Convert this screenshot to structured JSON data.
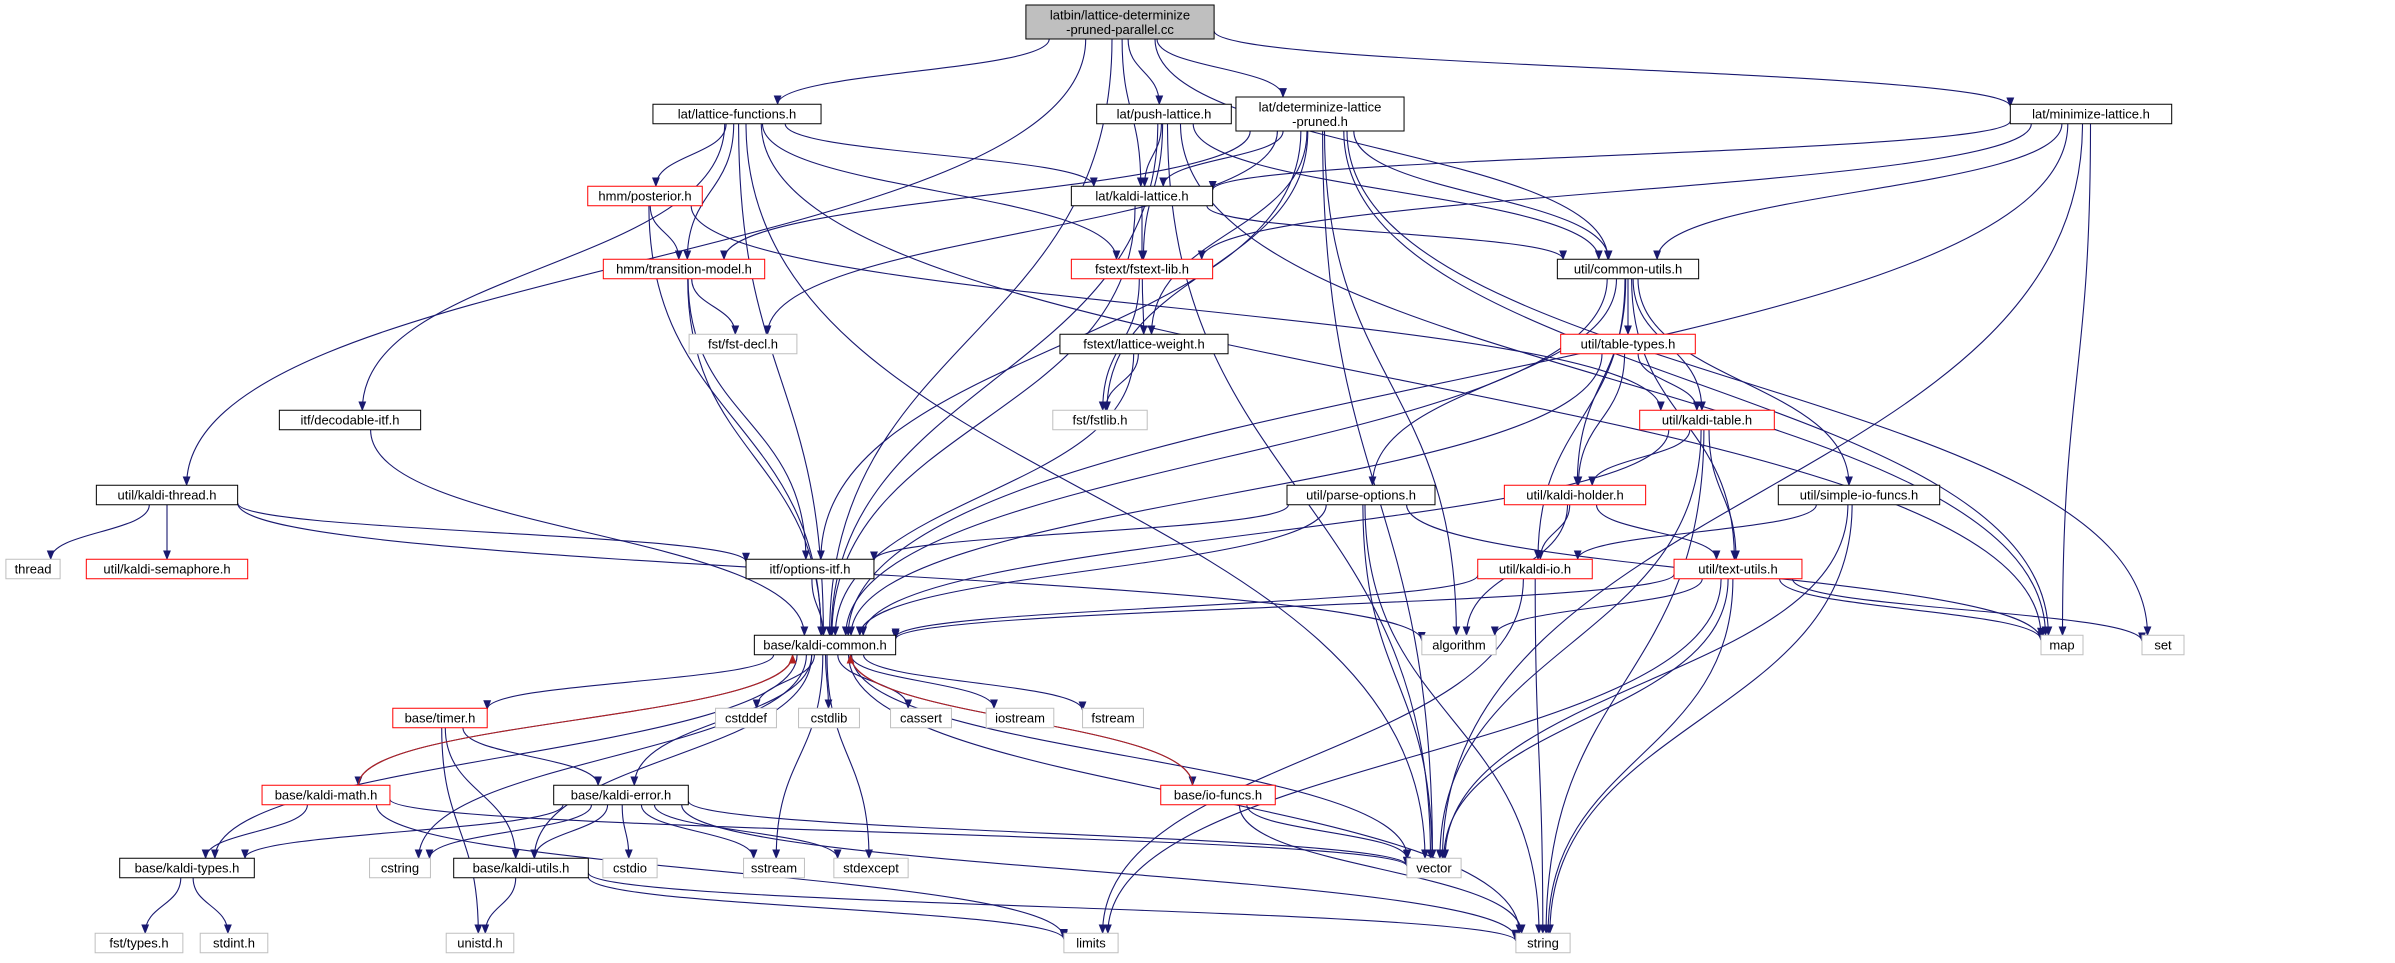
{
  "graph": {
    "colors": {
      "edge": "#191970",
      "edge_red": "#b22222",
      "border_black": "#000000",
      "border_red": "#ff0000",
      "border_gray": "#bfbfbf",
      "root_fill": "#bfbfbf",
      "text": "#000000"
    },
    "nodes": [
      {
        "id": "root",
        "lines": [
          "latbin/lattice-determinize",
          "-pruned-parallel.cc"
        ],
        "style": "root"
      },
      {
        "id": "lat_functions",
        "lines": [
          "lat/lattice-functions.h"
        ],
        "style": "black"
      },
      {
        "id": "push_lattice",
        "lines": [
          "lat/push-lattice.h"
        ],
        "style": "black"
      },
      {
        "id": "determinize_lattice",
        "lines": [
          "lat/determinize-lattice",
          "-pruned.h"
        ],
        "style": "black"
      },
      {
        "id": "minimize_lattice",
        "lines": [
          "lat/minimize-lattice.h"
        ],
        "style": "black"
      },
      {
        "id": "hmm_posterior",
        "lines": [
          "hmm/posterior.h"
        ],
        "style": "red"
      },
      {
        "id": "kaldi_lattice",
        "lines": [
          "lat/kaldi-lattice.h"
        ],
        "style": "black"
      },
      {
        "id": "hmm_transition",
        "lines": [
          "hmm/transition-model.h"
        ],
        "style": "red"
      },
      {
        "id": "fstext_lib",
        "lines": [
          "fstext/fstext-lib.h"
        ],
        "style": "red"
      },
      {
        "id": "common_utils",
        "lines": [
          "util/common-utils.h"
        ],
        "style": "black"
      },
      {
        "id": "fst_decl",
        "lines": [
          "fst/fst-decl.h"
        ],
        "style": "gray"
      },
      {
        "id": "lattice_weight",
        "lines": [
          "fstext/lattice-weight.h"
        ],
        "style": "black"
      },
      {
        "id": "table_types",
        "lines": [
          "util/table-types.h"
        ],
        "style": "red"
      },
      {
        "id": "decodable_itf",
        "lines": [
          "itf/decodable-itf.h"
        ],
        "style": "black"
      },
      {
        "id": "fstlib",
        "lines": [
          "fst/fstlib.h"
        ],
        "style": "gray"
      },
      {
        "id": "kaldi_table",
        "lines": [
          "util/kaldi-table.h"
        ],
        "style": "red"
      },
      {
        "id": "kaldi_thread",
        "lines": [
          "util/kaldi-thread.h"
        ],
        "style": "black"
      },
      {
        "id": "parse_options",
        "lines": [
          "util/parse-options.h"
        ],
        "style": "black"
      },
      {
        "id": "kaldi_holder",
        "lines": [
          "util/kaldi-holder.h"
        ],
        "style": "red"
      },
      {
        "id": "simple_io",
        "lines": [
          "util/simple-io-funcs.h"
        ],
        "style": "black"
      },
      {
        "id": "thread",
        "lines": [
          "thread"
        ],
        "style": "gray"
      },
      {
        "id": "kaldi_semaphore",
        "lines": [
          "util/kaldi-semaphore.h"
        ],
        "style": "red"
      },
      {
        "id": "options_itf",
        "lines": [
          "itf/options-itf.h"
        ],
        "style": "black"
      },
      {
        "id": "kaldi_io",
        "lines": [
          "util/kaldi-io.h"
        ],
        "style": "red"
      },
      {
        "id": "text_utils",
        "lines": [
          "util/text-utils.h"
        ],
        "style": "red"
      },
      {
        "id": "kaldi_common",
        "lines": [
          "base/kaldi-common.h"
        ],
        "style": "black"
      },
      {
        "id": "algorithm",
        "lines": [
          "algorithm"
        ],
        "style": "gray"
      },
      {
        "id": "map",
        "lines": [
          "map"
        ],
        "style": "gray"
      },
      {
        "id": "set",
        "lines": [
          "set"
        ],
        "style": "gray"
      },
      {
        "id": "cstddef",
        "lines": [
          "cstddef"
        ],
        "style": "gray"
      },
      {
        "id": "cstdlib",
        "lines": [
          "cstdlib"
        ],
        "style": "gray"
      },
      {
        "id": "cassert",
        "lines": [
          "cassert"
        ],
        "style": "gray"
      },
      {
        "id": "iostream",
        "lines": [
          "iostream"
        ],
        "style": "gray"
      },
      {
        "id": "fstream",
        "lines": [
          "fstream"
        ],
        "style": "gray"
      },
      {
        "id": "base_timer",
        "lines": [
          "base/timer.h"
        ],
        "style": "red"
      },
      {
        "id": "kaldi_math",
        "lines": [
          "base/kaldi-math.h"
        ],
        "style": "red"
      },
      {
        "id": "kaldi_error",
        "lines": [
          "base/kaldi-error.h"
        ],
        "style": "black"
      },
      {
        "id": "io_funcs",
        "lines": [
          "base/io-funcs.h"
        ],
        "style": "red"
      },
      {
        "id": "kaldi_types",
        "lines": [
          "base/kaldi-types.h"
        ],
        "style": "black"
      },
      {
        "id": "cstring",
        "lines": [
          "cstring"
        ],
        "style": "gray"
      },
      {
        "id": "kaldi_utils",
        "lines": [
          "base/kaldi-utils.h"
        ],
        "style": "black"
      },
      {
        "id": "cstdio",
        "lines": [
          "cstdio"
        ],
        "style": "gray"
      },
      {
        "id": "sstream",
        "lines": [
          "sstream"
        ],
        "style": "gray"
      },
      {
        "id": "stdexcept",
        "lines": [
          "stdexcept"
        ],
        "style": "gray"
      },
      {
        "id": "vector",
        "lines": [
          "vector"
        ],
        "style": "gray"
      },
      {
        "id": "fst_types",
        "lines": [
          "fst/types.h"
        ],
        "style": "gray"
      },
      {
        "id": "stdint",
        "lines": [
          "stdint.h"
        ],
        "style": "gray"
      },
      {
        "id": "unistd",
        "lines": [
          "unistd.h"
        ],
        "style": "gray"
      },
      {
        "id": "limits",
        "lines": [
          "limits"
        ],
        "style": "gray"
      },
      {
        "id": "string",
        "lines": [
          "string"
        ],
        "style": "gray"
      }
    ],
    "edges": [
      [
        "root",
        "lat_functions"
      ],
      [
        "root",
        "push_lattice"
      ],
      [
        "root",
        "determinize_lattice"
      ],
      [
        "root",
        "minimize_lattice"
      ],
      [
        "root",
        "kaldi_lattice"
      ],
      [
        "root",
        "common_utils"
      ],
      [
        "root",
        "kaldi_thread"
      ],
      [
        "root",
        "kaldi_common"
      ],
      [
        "lat_functions",
        "hmm_posterior"
      ],
      [
        "lat_functions",
        "kaldi_lattice"
      ],
      [
        "lat_functions",
        "hmm_transition"
      ],
      [
        "lat_functions",
        "fstext_lib"
      ],
      [
        "lat_functions",
        "decodable_itf"
      ],
      [
        "lat_functions",
        "kaldi_common"
      ],
      [
        "lat_functions",
        "vector"
      ],
      [
        "lat_functions",
        "map"
      ],
      [
        "push_lattice",
        "kaldi_lattice"
      ],
      [
        "push_lattice",
        "fstext_lib"
      ],
      [
        "push_lattice",
        "kaldi_common"
      ],
      [
        "push_lattice",
        "common_utils"
      ],
      [
        "push_lattice",
        "vector"
      ],
      [
        "push_lattice",
        "map"
      ],
      [
        "determinize_lattice",
        "kaldi_lattice"
      ],
      [
        "determinize_lattice",
        "hmm_transition"
      ],
      [
        "determinize_lattice",
        "fst_decl"
      ],
      [
        "determinize_lattice",
        "lattice_weight"
      ],
      [
        "determinize_lattice",
        "fstlib"
      ],
      [
        "determinize_lattice",
        "options_itf"
      ],
      [
        "determinize_lattice",
        "algorithm"
      ],
      [
        "determinize_lattice",
        "map"
      ],
      [
        "determinize_lattice",
        "set"
      ],
      [
        "determinize_lattice",
        "vector"
      ],
      [
        "determinize_lattice",
        "common_utils"
      ],
      [
        "minimize_lattice",
        "kaldi_lattice"
      ],
      [
        "minimize_lattice",
        "fstext_lib"
      ],
      [
        "minimize_lattice",
        "common_utils"
      ],
      [
        "minimize_lattice",
        "kaldi_common"
      ],
      [
        "minimize_lattice",
        "map"
      ],
      [
        "minimize_lattice",
        "vector"
      ],
      [
        "hmm_posterior",
        "hmm_transition"
      ],
      [
        "hmm_posterior",
        "kaldi_table"
      ],
      [
        "hmm_posterior",
        "kaldi_common"
      ],
      [
        "kaldi_lattice",
        "fstext_lib"
      ],
      [
        "kaldi_lattice",
        "common_utils"
      ],
      [
        "kaldi_lattice",
        "kaldi_common"
      ],
      [
        "hmm_transition",
        "fst_decl"
      ],
      [
        "hmm_transition",
        "options_itf"
      ],
      [
        "hmm_transition",
        "kaldi_common"
      ],
      [
        "fstext_lib",
        "lattice_weight"
      ],
      [
        "fstext_lib",
        "fstlib"
      ],
      [
        "lattice_weight",
        "fstlib"
      ],
      [
        "lattice_weight",
        "kaldi_common"
      ],
      [
        "common_utils",
        "table_types"
      ],
      [
        "common_utils",
        "kaldi_table"
      ],
      [
        "common_utils",
        "kaldi_holder"
      ],
      [
        "common_utils",
        "parse_options"
      ],
      [
        "common_utils",
        "simple_io"
      ],
      [
        "common_utils",
        "kaldi_io"
      ],
      [
        "common_utils",
        "text_utils"
      ],
      [
        "common_utils",
        "kaldi_common"
      ],
      [
        "table_types",
        "kaldi_table"
      ],
      [
        "table_types",
        "kaldi_holder"
      ],
      [
        "table_types",
        "kaldi_common"
      ],
      [
        "decodable_itf",
        "kaldi_common"
      ],
      [
        "kaldi_table",
        "kaldi_holder"
      ],
      [
        "kaldi_table",
        "text_utils"
      ],
      [
        "kaldi_table",
        "kaldi_common"
      ],
      [
        "kaldi_table",
        "vector"
      ],
      [
        "kaldi_table",
        "string"
      ],
      [
        "kaldi_thread",
        "thread"
      ],
      [
        "kaldi_thread",
        "kaldi_semaphore"
      ],
      [
        "kaldi_thread",
        "options_itf"
      ],
      [
        "kaldi_thread",
        "algorithm"
      ],
      [
        "parse_options",
        "options_itf"
      ],
      [
        "parse_options",
        "kaldi_common"
      ],
      [
        "parse_options",
        "map"
      ],
      [
        "parse_options",
        "vector"
      ],
      [
        "parse_options",
        "string"
      ],
      [
        "kaldi_holder",
        "kaldi_io"
      ],
      [
        "kaldi_holder",
        "text_utils"
      ],
      [
        "kaldi_holder",
        "algorithm"
      ],
      [
        "simple_io",
        "kaldi_io"
      ],
      [
        "simple_io",
        "vector"
      ],
      [
        "simple_io",
        "string"
      ],
      [
        "options_itf",
        "kaldi_common"
      ],
      [
        "kaldi_io",
        "kaldi_common"
      ],
      [
        "kaldi_io",
        "string"
      ],
      [
        "kaldi_io",
        "limits"
      ],
      [
        "text_utils",
        "kaldi_common"
      ],
      [
        "text_utils",
        "algorithm"
      ],
      [
        "text_utils",
        "map"
      ],
      [
        "text_utils",
        "set"
      ],
      [
        "text_utils",
        "vector"
      ],
      [
        "text_utils",
        "limits"
      ],
      [
        "text_utils",
        "string"
      ],
      [
        "kaldi_common",
        "cstddef"
      ],
      [
        "kaldi_common",
        "cstdlib"
      ],
      [
        "kaldi_common",
        "cassert"
      ],
      [
        "kaldi_common",
        "iostream"
      ],
      [
        "kaldi_common",
        "fstream"
      ],
      [
        "kaldi_common",
        "base_timer"
      ],
      [
        "kaldi_common",
        "kaldi_math"
      ],
      [
        "kaldi_common",
        "kaldi_error"
      ],
      [
        "kaldi_common",
        "io_funcs"
      ],
      [
        "kaldi_common",
        "kaldi_types"
      ],
      [
        "kaldi_common",
        "kaldi_utils"
      ],
      [
        "kaldi_common",
        "cstring"
      ],
      [
        "kaldi_common",
        "sstream"
      ],
      [
        "kaldi_common",
        "stdexcept"
      ],
      [
        "kaldi_common",
        "vector"
      ],
      [
        "kaldi_common",
        "string"
      ],
      [
        "base_timer",
        "kaldi_error"
      ],
      [
        "base_timer",
        "kaldi_utils"
      ],
      [
        "base_timer",
        "unistd"
      ],
      [
        "kaldi_math",
        "kaldi_types"
      ],
      [
        "kaldi_math",
        "kaldi_common"
      ],
      [
        "kaldi_math",
        "vector"
      ],
      [
        "kaldi_math",
        "limits"
      ],
      [
        "kaldi_error",
        "kaldi_types"
      ],
      [
        "kaldi_error",
        "kaldi_utils"
      ],
      [
        "kaldi_error",
        "cstring"
      ],
      [
        "kaldi_error",
        "cstdio"
      ],
      [
        "kaldi_error",
        "sstream"
      ],
      [
        "kaldi_error",
        "stdexcept"
      ],
      [
        "kaldi_error",
        "vector"
      ],
      [
        "kaldi_error",
        "string"
      ],
      [
        "io_funcs",
        "kaldi_common"
      ],
      [
        "io_funcs",
        "vector"
      ],
      [
        "io_funcs",
        "string"
      ],
      [
        "kaldi_types",
        "fst_types"
      ],
      [
        "kaldi_types",
        "stdint"
      ],
      [
        "kaldi_utils",
        "unistd"
      ],
      [
        "kaldi_utils",
        "limits"
      ],
      [
        "kaldi_utils",
        "string"
      ]
    ]
  }
}
